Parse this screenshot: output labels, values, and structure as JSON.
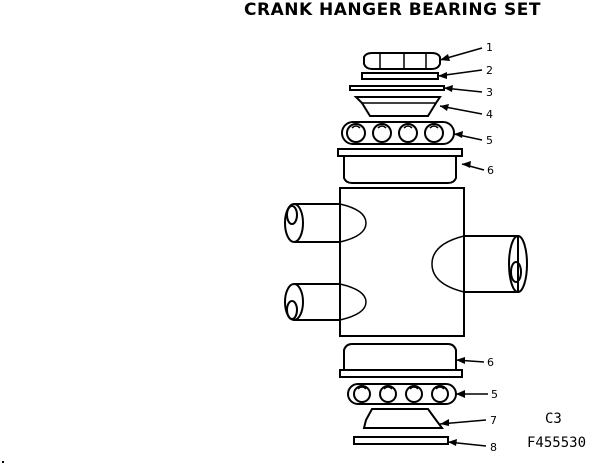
{
  "title": "CRANK HANGER BEARING SET",
  "callouts": [
    {
      "label": "1",
      "part": "nut"
    },
    {
      "label": "2",
      "part": "washer"
    },
    {
      "label": "3",
      "part": "washer"
    },
    {
      "label": "4",
      "part": "cone"
    },
    {
      "label": "5",
      "part": "ball retainer"
    },
    {
      "label": "6",
      "part": "cup"
    },
    {
      "label": "6",
      "part": "cup"
    },
    {
      "label": "5",
      "part": "ball retainer"
    },
    {
      "label": "7",
      "part": "cone"
    },
    {
      "label": "8",
      "part": "washer"
    }
  ],
  "codes": {
    "section": "C3",
    "part_number": "F455530"
  }
}
